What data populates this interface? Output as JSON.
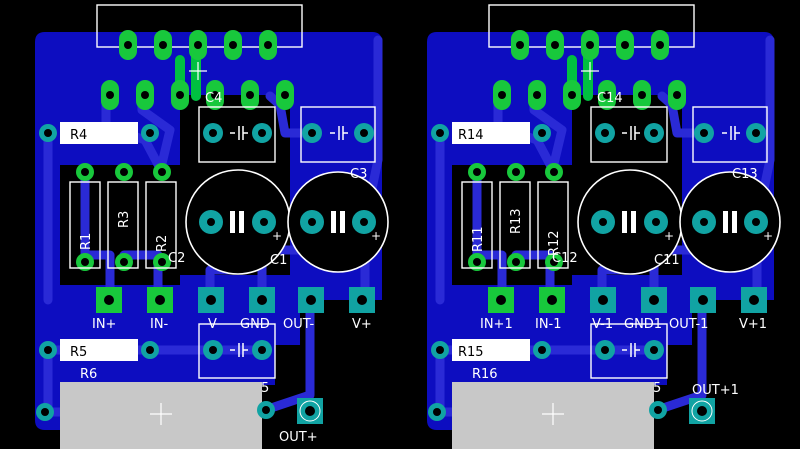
{
  "boards": [
    {
      "id": "left",
      "ic_labels": [
        "C4"
      ],
      "resistors": [
        "R4",
        "R3",
        "R1",
        "R2",
        "R5",
        "R6"
      ],
      "caps": [
        "C3",
        "C1",
        "C2"
      ],
      "connectors": [
        "IN+",
        "IN-",
        "V",
        "GND",
        "OUT-",
        "V+"
      ],
      "lower_label": "5",
      "out_label": "OUT+"
    },
    {
      "id": "right",
      "ic_labels": [
        "C14"
      ],
      "resistors": [
        "R14",
        "R13",
        "R11",
        "R12",
        "R15",
        "R16"
      ],
      "caps": [
        "C13",
        "C11",
        "C12"
      ],
      "connectors": [
        "IN+1",
        "IN-1",
        "V-1",
        "GND1",
        "OUT-1",
        "V+1"
      ],
      "lower_label": "5",
      "out_label": "OUT+1"
    }
  ],
  "colors": {
    "background": "#000000",
    "copper_bottom": "#0d0dc0",
    "pad": "#11a3a3",
    "pad_top": "#18c83c",
    "silkscreen": "#ffffff",
    "heatsink": "#c8c8c8"
  }
}
